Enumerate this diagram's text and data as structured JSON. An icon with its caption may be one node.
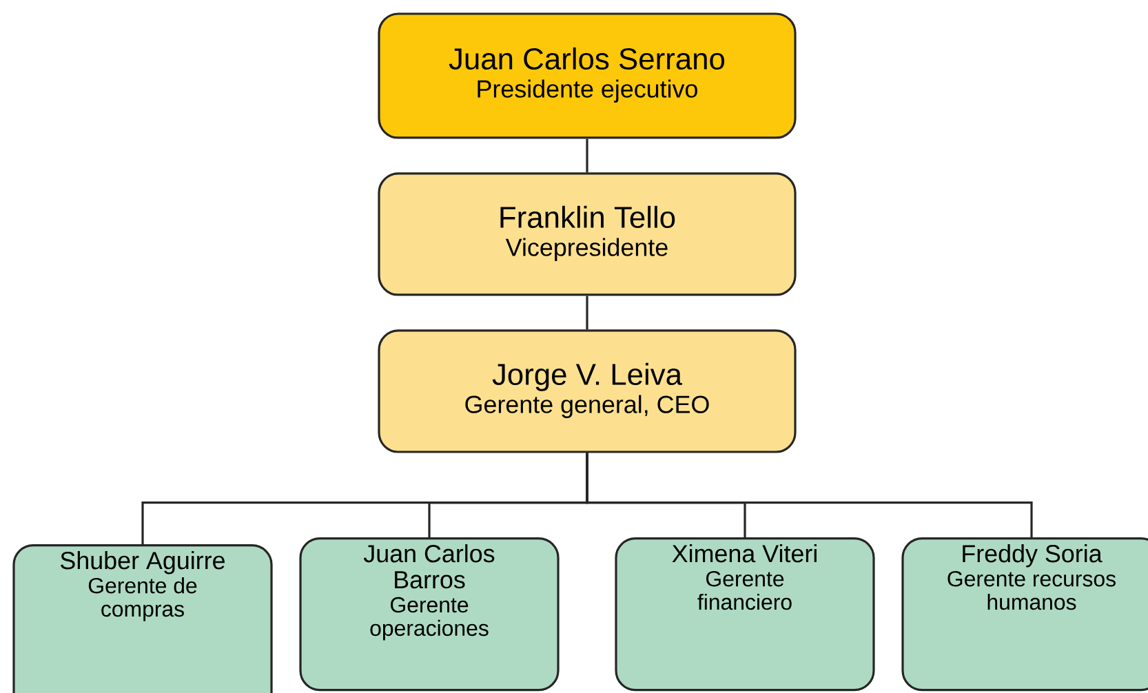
{
  "diagram": {
    "nodes": [
      {
        "text": [
          "Juan Carlos Serrano",
          "Presidente ejecutivo"
        ]
      },
      {
        "text": [
          "Franklin Tello",
          "Vicepresidente"
        ]
      },
      {
        "text": [
          "Jorge V. Leiva",
          "Gerente general, CEO"
        ]
      },
      {
        "text": [
          "Shuber Aguirre",
          "Gerente de compras"
        ]
      },
      {
        "text": [
          "Juan Carlos Barros",
          "Gerente operaciones"
        ]
      },
      {
        "text": [
          "Ximena Viteri",
          "Gerente financiero"
        ]
      },
      {
        "text": [
          "Freddy Soria",
          "Gerente recursos humanos"
        ]
      }
    ],
    "edges": [
      {
        "from": 0,
        "to": 1,
        "arrow": "none"
      },
      {
        "from": 1,
        "to": 2,
        "arrow": "none"
      },
      {
        "from": 2,
        "to": 3,
        "arrow": "none"
      },
      {
        "from": 2,
        "to": 4,
        "arrow": "none"
      },
      {
        "from": 2,
        "to": 5,
        "arrow": "none"
      },
      {
        "from": 2,
        "to": 6,
        "arrow": "none"
      }
    ]
  }
}
